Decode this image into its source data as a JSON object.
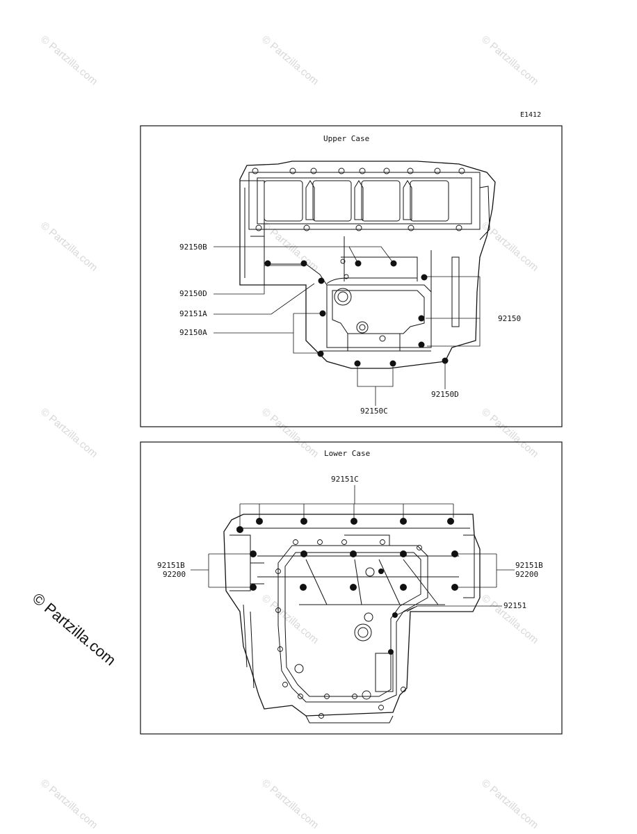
{
  "figure_code": "E1412",
  "watermark_text": "© Partzilla.com",
  "upper_case": {
    "title": "Upper Case",
    "labels": {
      "b92150B": "92150B",
      "b92150D_left": "92150D",
      "b92151A": "92151A",
      "b92150A": "92150A",
      "b92150": "92150",
      "b92150D_right": "92150D",
      "b92150C": "92150C"
    }
  },
  "lower_case": {
    "title": "Lower Case",
    "labels": {
      "b92151C": "92151C",
      "left_l1": "92151B",
      "left_l2": "92200",
      "right_l1": "92151B",
      "right_l2": "92200",
      "b92151": "92151"
    }
  }
}
